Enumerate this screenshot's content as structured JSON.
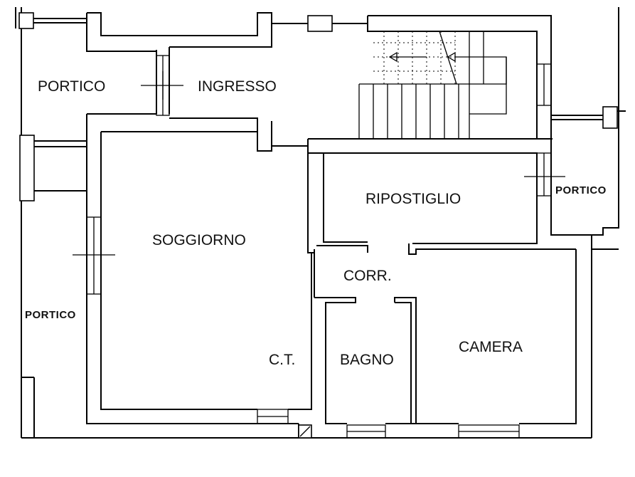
{
  "rooms": {
    "portico_nw": "PORTICO",
    "ingresso": "INGRESSO",
    "ripostiglio": "RIPOSTIGLIO",
    "portico_e": "PORTICO",
    "soggiorno": "SOGGIORNO",
    "corr": "CORR.",
    "portico_w": "PORTICO",
    "ct": "C.T.",
    "bagno": "BAGNO",
    "camera": "CAMERA"
  }
}
